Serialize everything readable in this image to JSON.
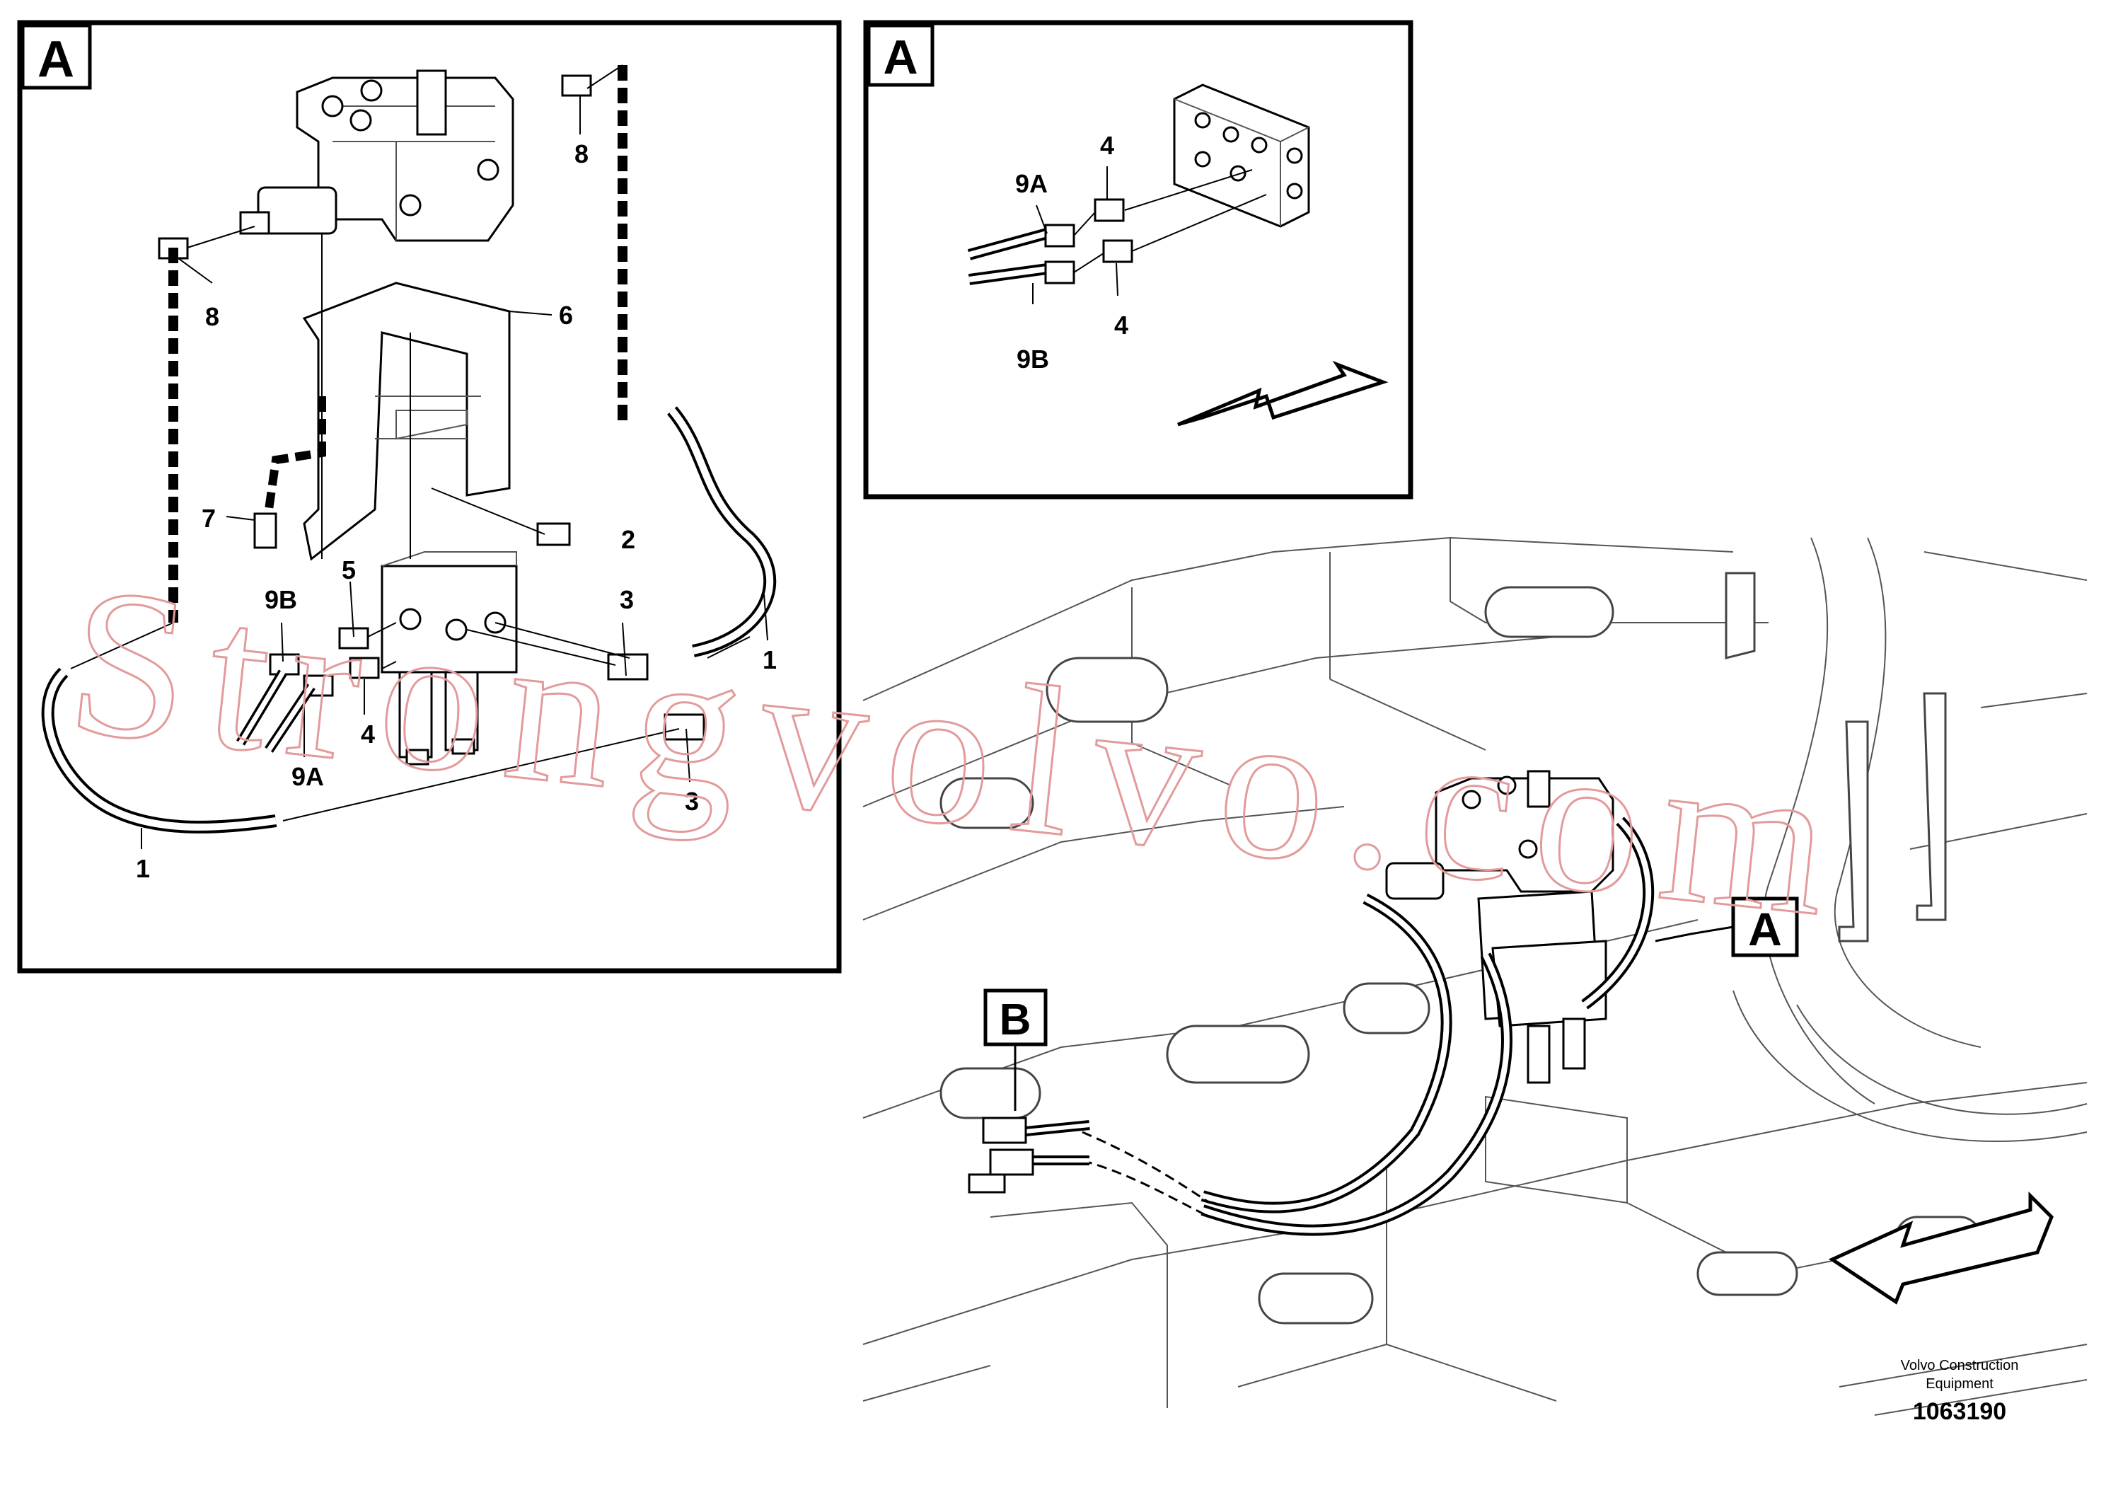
{
  "detail_panel": {
    "tag": "A",
    "callouts": {
      "c1a": "1",
      "c1b": "1",
      "c2": "2",
      "c3a": "3",
      "c3b": "3",
      "c4": "4",
      "c5": "5",
      "c6": "6",
      "c7": "7",
      "c8a": "8",
      "c8b": "8",
      "c9a": "9A",
      "c9b": "9B"
    }
  },
  "inset_panel": {
    "tag": "A",
    "callouts": {
      "c4a": "4",
      "c4b": "4",
      "c9a": "9A",
      "c9b": "9B"
    }
  },
  "overview": {
    "view_tag_a": "A",
    "view_tag_b": "B"
  },
  "watermark": "Strongvolvo.com",
  "footer": {
    "line1": "Volvo Construction",
    "line2": "Equipment",
    "part_number": "1063190"
  }
}
